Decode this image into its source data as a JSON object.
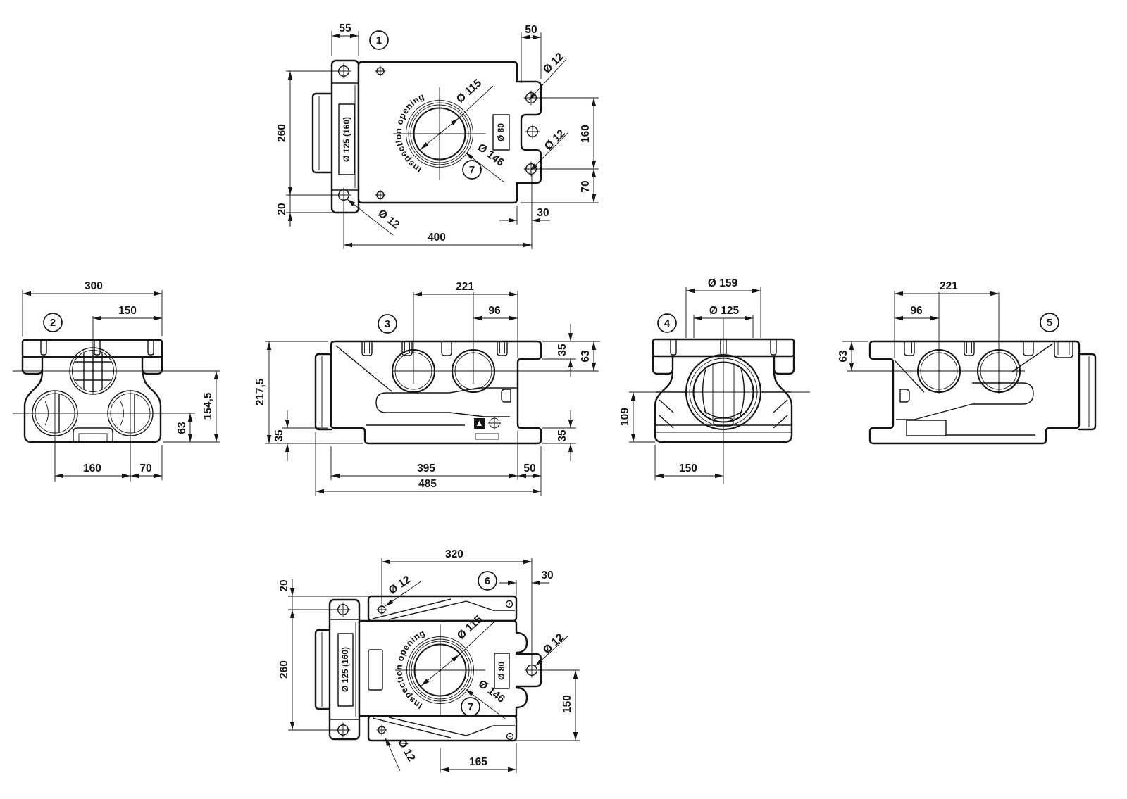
{
  "views": {
    "v1": {
      "num": "1",
      "detail": "7",
      "d55": "55",
      "d50": "50",
      "d260": "260",
      "d20": "20",
      "d160": "160",
      "d70": "70",
      "d30": "30",
      "d400": "400",
      "dia12": "Ø 12",
      "dia115": "Ø 115",
      "dia146": "Ø 146",
      "dia80": "Ø 80",
      "dia125": "Ø 125 (160)",
      "inspection": "Inspection opening"
    },
    "v2": {
      "num": "2",
      "d300": "300",
      "d150": "150",
      "d1545": "154,5",
      "d63": "63",
      "d160": "160",
      "d70": "70"
    },
    "v3": {
      "num": "3",
      "d221": "221",
      "d96": "96",
      "d2175": "217,5",
      "d35": "35",
      "d63": "63",
      "d395": "395",
      "d50": "50",
      "d485": "485"
    },
    "v4": {
      "num": "4",
      "dia159": "Ø 159",
      "dia125": "Ø 125",
      "d109": "109",
      "d150": "150"
    },
    "v5": {
      "num": "5",
      "d221": "221",
      "d96": "96",
      "d63": "63"
    },
    "v6": {
      "num": "6",
      "detail": "7",
      "d320": "320",
      "d30": "30",
      "d20": "20",
      "d260": "260",
      "d150": "150",
      "d165": "165",
      "dia12": "Ø 12",
      "dia115": "Ø 115",
      "dia146": "Ø 146",
      "dia80": "Ø 80",
      "dia125": "Ø 125 (160)",
      "inspection": "Inspection opening"
    }
  }
}
